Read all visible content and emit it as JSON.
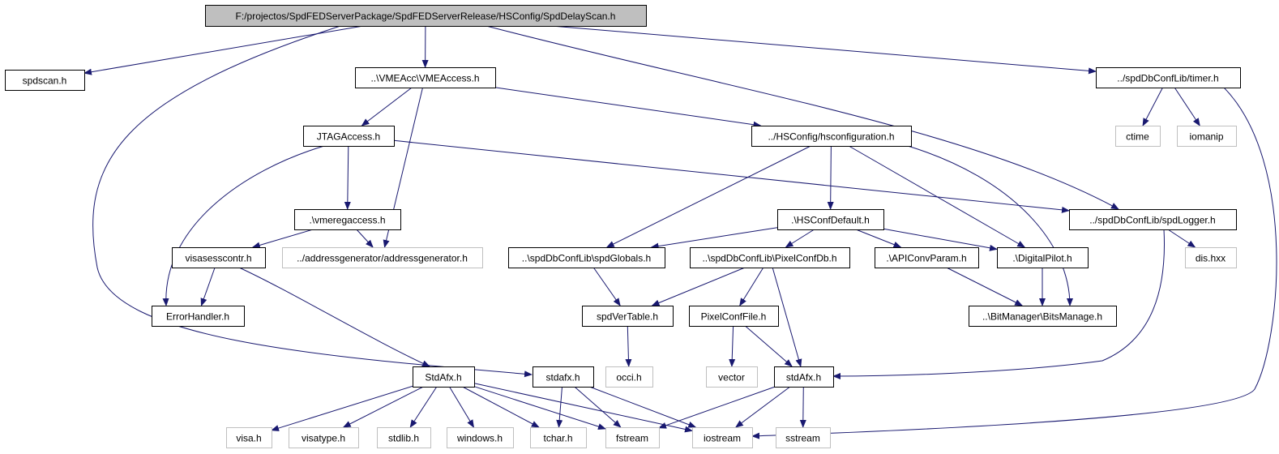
{
  "colors": {
    "edge": "#191970",
    "root_fill": "#bfbfbf",
    "node_fill": "#ffffff",
    "node_border": "#000000",
    "leaf_border": "#bfbfbf",
    "leaf_text": "#000000"
  },
  "diagram": {
    "nodes": [
      {
        "id": "root",
        "label": "F:/projectos/SpdFEDServerPackage/SpdFEDServerRelease/HSConfig/SpdDelayScan.h",
        "style": "root"
      },
      {
        "id": "spdscan",
        "label": "spdscan.h",
        "style": "normal"
      },
      {
        "id": "vmeaccess",
        "label": "..\\VMEAcc\\VMEAccess.h",
        "style": "normal"
      },
      {
        "id": "timer",
        "label": "../spdDbConfLib/timer.h",
        "style": "normal"
      },
      {
        "id": "jtag",
        "label": "JTAGAccess.h",
        "style": "normal"
      },
      {
        "id": "hsconfig",
        "label": "../HSConfig/hsconfiguration.h",
        "style": "normal"
      },
      {
        "id": "ctime",
        "label": "ctime",
        "style": "leaf"
      },
      {
        "id": "iomanip",
        "label": "iomanip",
        "style": "leaf"
      },
      {
        "id": "vmereg",
        "label": ".\\vmeregaccess.h",
        "style": "normal"
      },
      {
        "id": "hsconfdef",
        "label": ".\\HSConfDefault.h",
        "style": "normal"
      },
      {
        "id": "logger",
        "label": "../spdDbConfLib/spdLogger.h",
        "style": "normal"
      },
      {
        "id": "visasess",
        "label": "visasesscontr.h",
        "style": "normal"
      },
      {
        "id": "addrgen",
        "label": "../addressgenerator/addressgenerator.h",
        "style": "leaf"
      },
      {
        "id": "globals",
        "label": "..\\spdDbConfLib\\spdGlobals.h",
        "style": "normal"
      },
      {
        "id": "pixeldb",
        "label": "..\\spdDbConfLib\\PixelConfDb.h",
        "style": "normal"
      },
      {
        "id": "apiconv",
        "label": ".\\APIConvParam.h",
        "style": "normal"
      },
      {
        "id": "digpilot",
        "label": ".\\DigitalPilot.h",
        "style": "normal"
      },
      {
        "id": "dis",
        "label": "dis.hxx",
        "style": "leaf"
      },
      {
        "id": "errhandler",
        "label": "ErrorHandler.h",
        "style": "normal"
      },
      {
        "id": "spdvertable",
        "label": "spdVerTable.h",
        "style": "normal"
      },
      {
        "id": "pixelfile",
        "label": "PixelConfFile.h",
        "style": "normal"
      },
      {
        "id": "bitsmanage",
        "label": "..\\BitManager\\BitsManage.h",
        "style": "normal"
      },
      {
        "id": "StdAfxU",
        "label": "StdAfx.h",
        "style": "normal"
      },
      {
        "id": "stdafxl",
        "label": "stdafx.h",
        "style": "normal"
      },
      {
        "id": "occi",
        "label": "occi.h",
        "style": "leaf"
      },
      {
        "id": "vector",
        "label": "vector",
        "style": "leaf"
      },
      {
        "id": "stdAfxM",
        "label": "stdAfx.h",
        "style": "normal"
      },
      {
        "id": "visa",
        "label": "visa.h",
        "style": "leaf"
      },
      {
        "id": "visatype",
        "label": "visatype.h",
        "style": "leaf"
      },
      {
        "id": "stdlib",
        "label": "stdlib.h",
        "style": "leaf"
      },
      {
        "id": "windows",
        "label": "windows.h",
        "style": "leaf"
      },
      {
        "id": "tchar",
        "label": "tchar.h",
        "style": "leaf"
      },
      {
        "id": "fstream",
        "label": "fstream",
        "style": "leaf"
      },
      {
        "id": "iostream",
        "label": "iostream",
        "style": "leaf"
      },
      {
        "id": "sstream",
        "label": "sstream",
        "style": "leaf"
      }
    ],
    "edges": [
      {
        "from": "root",
        "to": "spdscan"
      },
      {
        "from": "root",
        "to": "vmeaccess"
      },
      {
        "from": "root",
        "to": "timer"
      },
      {
        "from": "root",
        "to": "logger"
      },
      {
        "from": "root",
        "to": "stdafxl"
      },
      {
        "from": "vmeaccess",
        "to": "jtag"
      },
      {
        "from": "vmeaccess",
        "to": "hsconfig"
      },
      {
        "from": "vmeaccess",
        "to": "addrgen"
      },
      {
        "from": "timer",
        "to": "ctime"
      },
      {
        "from": "timer",
        "to": "iomanip"
      },
      {
        "from": "timer",
        "to": "iostream"
      },
      {
        "from": "jtag",
        "to": "vmereg"
      },
      {
        "from": "jtag",
        "to": "errhandler"
      },
      {
        "from": "jtag",
        "to": "logger"
      },
      {
        "from": "hsconfig",
        "to": "hsconfdef"
      },
      {
        "from": "hsconfig",
        "to": "globals"
      },
      {
        "from": "hsconfig",
        "to": "digpilot"
      },
      {
        "from": "hsconfig",
        "to": "bitsmanage"
      },
      {
        "from": "vmereg",
        "to": "visasess"
      },
      {
        "from": "vmereg",
        "to": "addrgen"
      },
      {
        "from": "hsconfdef",
        "to": "globals"
      },
      {
        "from": "hsconfdef",
        "to": "pixeldb"
      },
      {
        "from": "hsconfdef",
        "to": "apiconv"
      },
      {
        "from": "hsconfdef",
        "to": "digpilot"
      },
      {
        "from": "logger",
        "to": "dis"
      },
      {
        "from": "logger",
        "to": "stdAfxM"
      },
      {
        "from": "visasess",
        "to": "errhandler"
      },
      {
        "from": "visasess",
        "to": "StdAfxU"
      },
      {
        "from": "globals",
        "to": "spdvertable"
      },
      {
        "from": "pixeldb",
        "to": "spdvertable"
      },
      {
        "from": "pixeldb",
        "to": "pixelfile"
      },
      {
        "from": "pixeldb",
        "to": "stdAfxM"
      },
      {
        "from": "apiconv",
        "to": "bitsmanage"
      },
      {
        "from": "digpilot",
        "to": "bitsmanage"
      },
      {
        "from": "spdvertable",
        "to": "occi"
      },
      {
        "from": "pixelfile",
        "to": "vector"
      },
      {
        "from": "pixelfile",
        "to": "stdAfxM"
      },
      {
        "from": "StdAfxU",
        "to": "visa"
      },
      {
        "from": "StdAfxU",
        "to": "visatype"
      },
      {
        "from": "StdAfxU",
        "to": "stdlib"
      },
      {
        "from": "StdAfxU",
        "to": "windows"
      },
      {
        "from": "StdAfxU",
        "to": "tchar"
      },
      {
        "from": "StdAfxU",
        "to": "fstream"
      },
      {
        "from": "StdAfxU",
        "to": "iostream"
      },
      {
        "from": "stdafxl",
        "to": "tchar"
      },
      {
        "from": "stdafxl",
        "to": "fstream"
      },
      {
        "from": "stdafxl",
        "to": "iostream"
      },
      {
        "from": "stdAfxM",
        "to": "fstream"
      },
      {
        "from": "stdAfxM",
        "to": "iostream"
      },
      {
        "from": "stdAfxM",
        "to": "sstream"
      }
    ]
  }
}
